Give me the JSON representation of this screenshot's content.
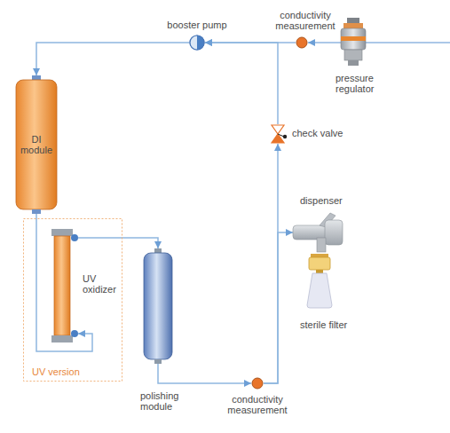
{
  "diagram": {
    "nodes": [
      {
        "text": [
          "booster pump"
        ]
      },
      {
        "text": [
          "conductivity measurement"
        ]
      },
      {
        "text": [
          "pressure regulator"
        ]
      },
      {
        "text": [
          "DI module"
        ]
      },
      {
        "text": [
          "check valve"
        ]
      },
      {
        "text": [
          "UV version"
        ]
      },
      {
        "text": [
          "UV oxidizer"
        ],
        "in": 5
      },
      {
        "text": [
          "dispenser"
        ]
      },
      {
        "text": [
          "sterile filter"
        ]
      },
      {
        "text": [
          "polishing module"
        ]
      },
      {
        "text": [
          "conductivity measurement"
        ]
      }
    ],
    "edges": [
      {
        "from": 2,
        "to": 1,
        "arrow": "to"
      },
      {
        "from": 1,
        "to": 0,
        "arrow": "to"
      },
      {
        "from": 0,
        "to": 3,
        "arrow": "to"
      },
      {
        "from": 3,
        "to": 6,
        "arrow": "to"
      },
      {
        "from": 6,
        "to": 9,
        "arrow": "to"
      },
      {
        "from": 9,
        "to": 10,
        "arrow": "to"
      },
      {
        "from": 10,
        "to": 4,
        "arrow": "to"
      },
      {
        "from": 10,
        "to": 7,
        "arrow": "to"
      },
      {
        "from": 4,
        "to": 0,
        "arrow": "to"
      }
    ]
  }
}
